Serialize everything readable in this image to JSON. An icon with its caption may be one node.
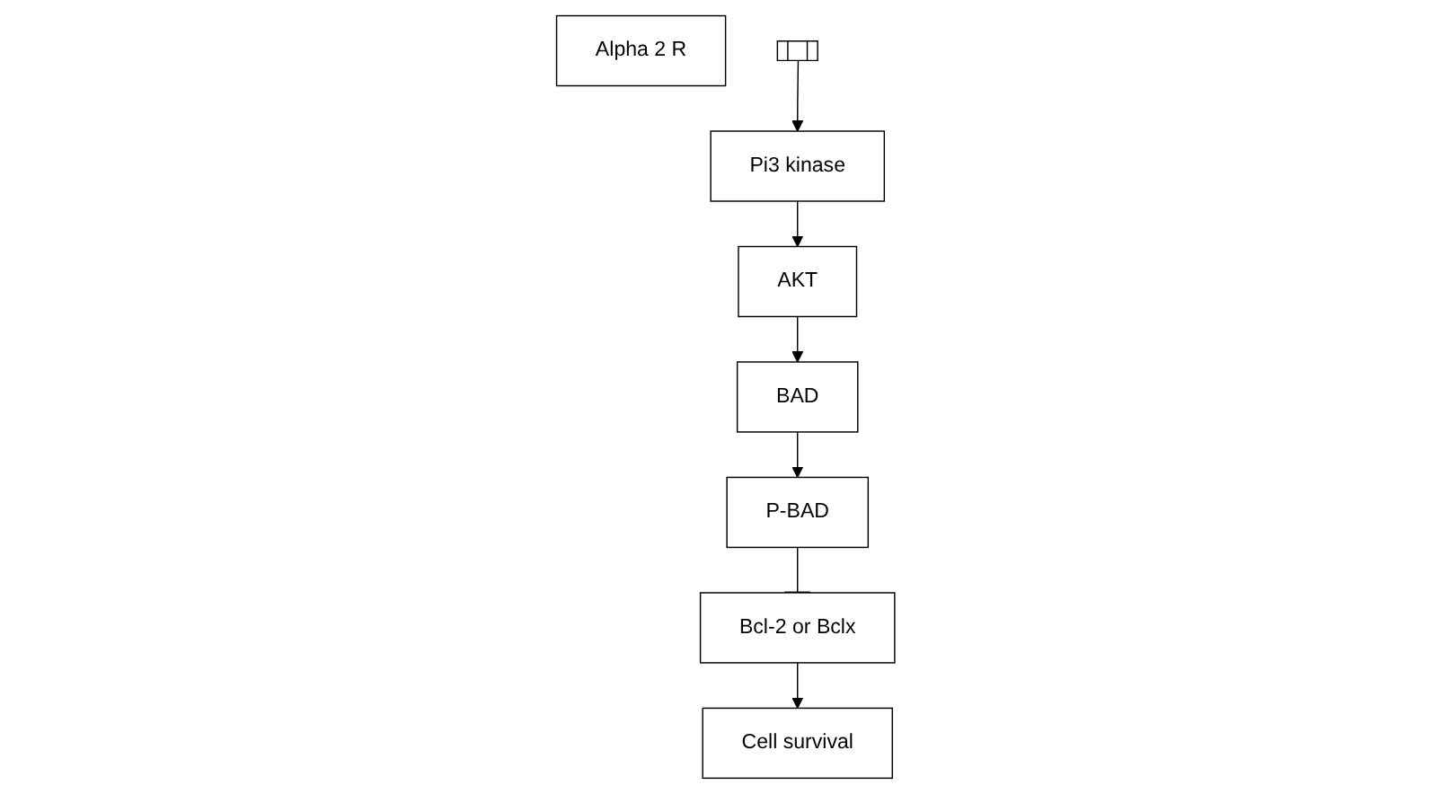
{
  "diagram": {
    "nodes": [
      {
        "text": [
          "Alpha 2 R"
        ]
      },
      {
        "text": [],
        "shape": "box"
      },
      {
        "text": [
          "Pi3 kinase"
        ]
      },
      {
        "text": [
          "AKT"
        ]
      },
      {
        "text": [
          "BAD"
        ]
      },
      {
        "text": [
          "P-BAD"
        ]
      },
      {
        "text": [
          "Bcl-2 or Bclx"
        ]
      },
      {
        "text": [
          "Cell survival"
        ]
      }
    ],
    "edges": [
      {
        "from": 1,
        "to": 2,
        "arrow": "to"
      },
      {
        "from": 2,
        "to": 3,
        "arrow": "to"
      },
      {
        "from": 3,
        "to": 4,
        "arrow": "to"
      },
      {
        "from": 4,
        "to": 5,
        "arrow": "to"
      },
      {
        "from": 5,
        "to": 6,
        "arrow": "other"
      },
      {
        "from": 6,
        "to": 7,
        "arrow": "to"
      }
    ]
  }
}
